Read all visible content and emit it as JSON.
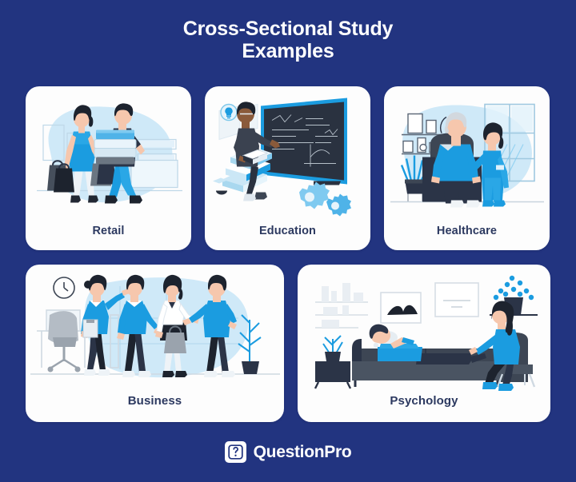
{
  "background_color": "#223480",
  "header": {
    "title_line1": "Cross-Sectional Study",
    "title_line2": "Examples",
    "title_color": "#ffffff"
  },
  "cards": [
    {
      "label": "Retail",
      "icon_name": "retail-illustration",
      "description": "Woman holding shopping bags next to a man carrying a stack of boxes in a store"
    },
    {
      "label": "Education",
      "icon_name": "education-illustration",
      "description": "Student seated on stacked books pointing at a chalkboard with formulas and gears"
    },
    {
      "label": "Healthcare",
      "icon_name": "healthcare-illustration",
      "description": "Elderly man seated in an armchair with a nurse in scrubs attending to him"
    },
    {
      "label": "Business",
      "icon_name": "business-illustration",
      "description": "Four colleagues standing and talking in an office with a chair, clock and plant"
    },
    {
      "label": "Psychology",
      "icon_name": "psychology-illustration",
      "description": "Patient lying on a couch talking to a therapist seated in a chair"
    }
  ],
  "footer": {
    "brand_name": "QuestionPro",
    "logo_mark_glyph": "?",
    "logo_mark_background": "#ffffff",
    "logo_mark_color": "#223480"
  },
  "palette": {
    "navy_background": "#223480",
    "card_background": "#fdfdfd",
    "label_text": "#2c3960",
    "accent_blue": "#1b9ce0",
    "light_blue": "#cde8f7",
    "dark_charcoal": "#2b3447",
    "grey": "#9aa3ad"
  }
}
